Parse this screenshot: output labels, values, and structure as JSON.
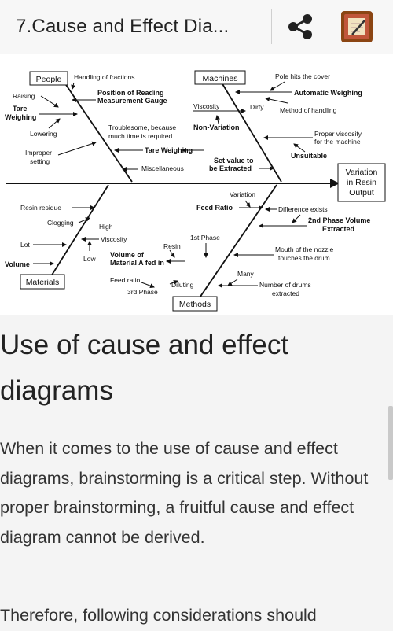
{
  "header": {
    "title": "7.Cause and Effect Dia...",
    "share_icon": "share-icon",
    "app_icon": "notebook-app-icon"
  },
  "diagram": {
    "boxes": {
      "people": "People",
      "machines": "Machines",
      "materials": "Materials",
      "methods": "Methods",
      "effect_line1": "Variation",
      "effect_line2": "in Resin",
      "effect_line3": "Output"
    },
    "labels": {
      "handling_fractions": "Handling  of fractions",
      "raising": "Raising",
      "tare1": "Tare",
      "tare2": "Weighing",
      "position1": "Position of Reading",
      "position2": "Measurement Gauge",
      "lowering": "Lowering",
      "troublesome1": "Troublesome, because",
      "troublesome2": "much time is required",
      "improper1": "Improper",
      "improper2": "setting",
      "tare_weighing": "Tare Weighing",
      "miscellaneous": "Miscellaneous",
      "pole": "Pole hits the cover",
      "automatic": "Automatic Weighing",
      "viscosity_m": "Viscosity",
      "dirty": "Dirty",
      "method_handling": "Method of handling",
      "non_variation": "Non-Variation",
      "proper1": "Proper viscosity",
      "proper2": "for the machine",
      "unsuitable": "Unsuitable",
      "setvalue1": "Set value to",
      "setvalue2": "be Extracted",
      "resin_residue": "Resin residue",
      "clogging": "Clogging",
      "high": "High",
      "viscosity": "Viscosity",
      "lot": "Lot",
      "low": "Low",
      "volume_of1": "Volume of",
      "volume_of2": "Material A fed in",
      "resin": "Resin",
      "first_phase": "1st Phase",
      "volume": "Volume",
      "feed_ratio_small": "Feed ratio",
      "diluting": "Diluting",
      "third_phase": "3rd Phase",
      "variation": "Variation",
      "feed_ratio": "Feed Ratio",
      "difference": "Difference exists",
      "second_phase1": "2nd Phase Volume",
      "second_phase2": "Extracted",
      "mouth1": "Mouth of the nozzle",
      "mouth2": "touches the drum",
      "many": "Many",
      "drums1": "Number of drums",
      "drums2": "extracted"
    }
  },
  "article": {
    "heading": "Use of cause and effect diagrams",
    "paragraph1": "When it comes to the use of cause and effect diagrams, brainstorming is a critical step. Without proper brainstorming, a fruitful cause and effect diagram cannot be derived.",
    "paragraph2": "Therefore, following considerations should"
  }
}
